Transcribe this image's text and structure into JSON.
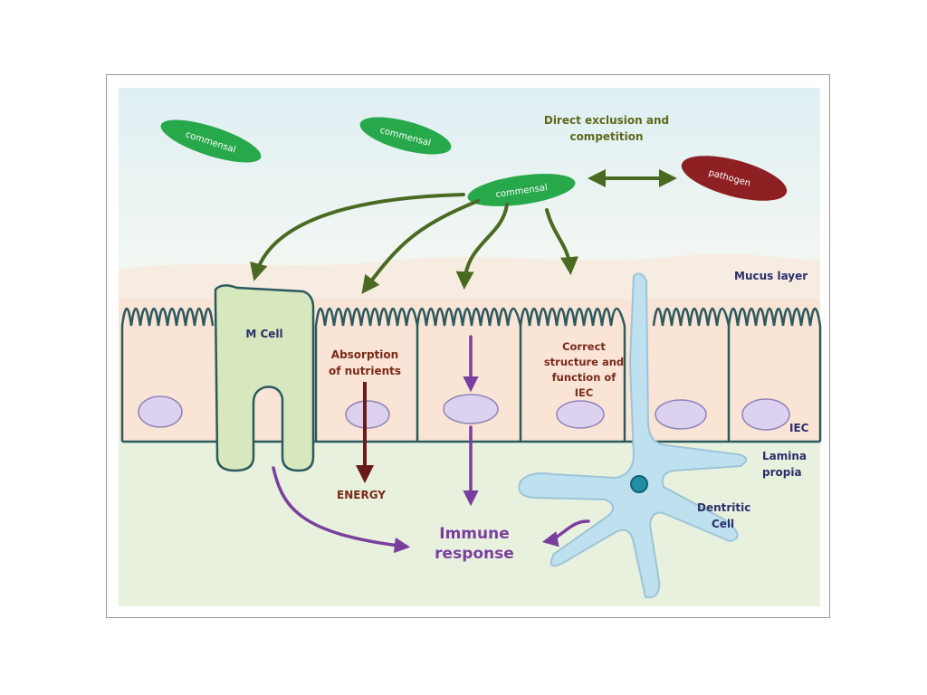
{
  "labels": {
    "commensal": "commensal",
    "pathogen": "pathogen",
    "direct_exclusion_line1": "Direct exclusion and",
    "direct_exclusion_line2": "competition",
    "mucus_layer": "Mucus layer",
    "m_cell": "M Cell",
    "absorption_line1": "Absorption",
    "absorption_line2": "of nutrients",
    "correct_line1": "Correct",
    "correct_line2": "structure and",
    "correct_line3": "function of",
    "correct_line4": "IEC",
    "iec": "IEC",
    "lamina_line1": "Lamina",
    "lamina_line2": "propia",
    "dendritic_line1": "Dentritic",
    "dendritic_line2": "Cell",
    "energy": "ENERGY",
    "immune_line1": "Immune",
    "immune_line2": "response"
  },
  "colors": {
    "commensal": "#27a84a",
    "pathogen": "#8e1f22",
    "arrow_green": "#4a6a22",
    "arrow_purple": "#7a3f9e",
    "arrow_brown": "#6b1a1a",
    "text_navy": "#2b2f6b",
    "text_olive": "#5c6a1c",
    "text_brown": "#7a2a1a",
    "text_purple": "#7a3f9e",
    "cell_outline": "#2b5a5e",
    "m_cell_fill": "#d7e8bf",
    "dendritic_fill": "#bfe0ee",
    "nucleus_fill": "#d9d0ee"
  }
}
